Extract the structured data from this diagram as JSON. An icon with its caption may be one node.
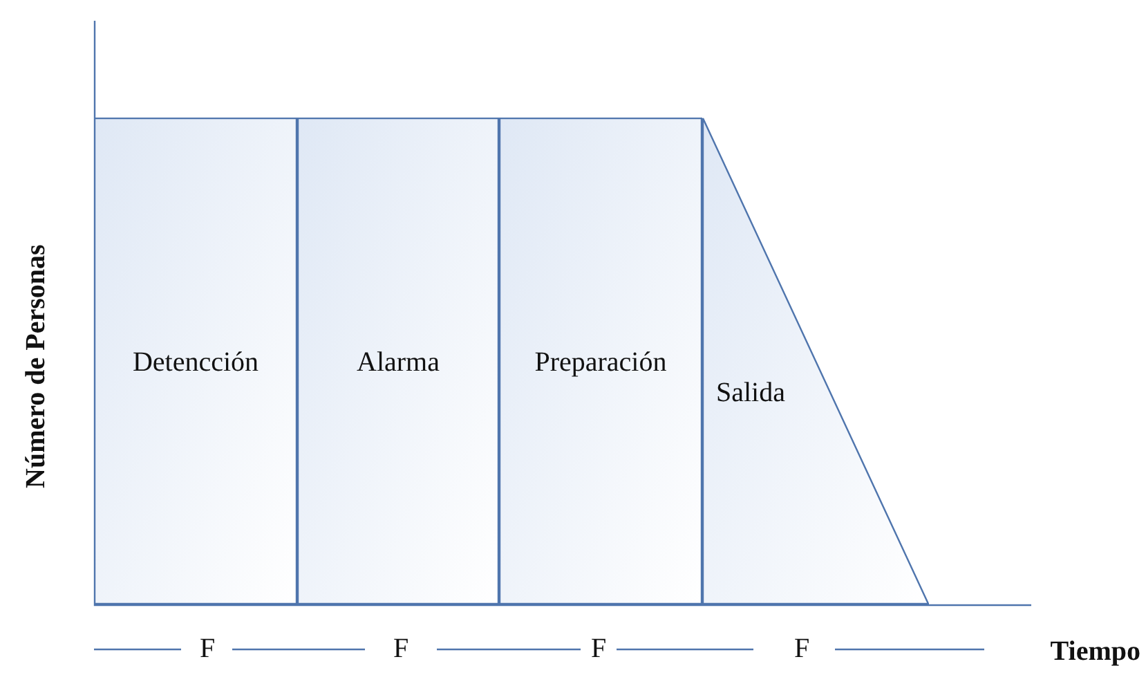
{
  "diagram": {
    "nodes": [
      {
        "text": [
          "Detencción"
        ]
      },
      {
        "text": [
          "Alarma"
        ]
      },
      {
        "text": [
          "Preparación"
        ]
      },
      {
        "text": [
          "Salida"
        ]
      }
    ],
    "labels": [
      "Número de Personas",
      "F",
      "F",
      "F",
      "F",
      "Tiempo"
    ]
  }
}
